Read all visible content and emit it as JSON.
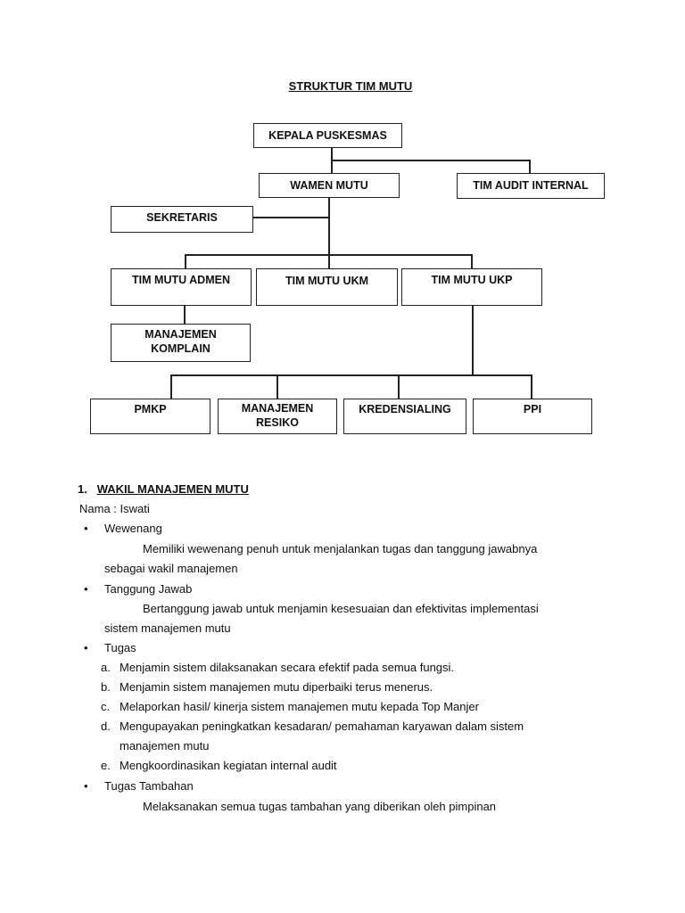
{
  "title": "STRUKTUR TIM MUTU",
  "org": {
    "kepala": "KEPALA PUSKESMAS",
    "wamen": "WAMEN MUTU",
    "audit": "TIM AUDIT INTERNAL",
    "sekretaris": "SEKRETARIS",
    "admen": "TIM MUTU ADMEN",
    "ukm": "TIM MUTU UKM",
    "ukp": "TIM MUTU UKP",
    "komplain_1": "MANAJEMEN",
    "komplain_2": "KOMPLAIN",
    "pmkp": "PMKP",
    "resiko_1": "MANAJEMEN",
    "resiko_2": "RESIKO",
    "kredensialing": "KREDENSIALING",
    "ppi": "PPI"
  },
  "section": {
    "number": "1.",
    "heading": "WAKIL MANAJEMEN MUTU",
    "nama": "Nama : Iswati",
    "wewenang": {
      "label": "Wewenang",
      "line1": "Memiliki wewenang penuh untuk menjalankan tugas dan tanggung jawabnya",
      "line2": "sebagai wakil manajemen"
    },
    "tanggung_jawab": {
      "label": "Tanggung Jawab",
      "line1": "Bertanggung jawab untuk menjamin kesesuaian dan efektivitas implementasi",
      "line2": "sistem manajemen mutu"
    },
    "tugas": {
      "label": "Tugas",
      "items": [
        {
          "marker": "a.",
          "text": "Menjamin sistem dilaksanakan  secara efektif  pada semua fungsi."
        },
        {
          "marker": "b.",
          "text": "Menjamin sistem manajemen mutu diperbaiki terus menerus."
        },
        {
          "marker": "c.",
          "text": "Melaporkan hasil/ kinerja sistem manajemen mutu kepada Top  Manjer"
        },
        {
          "marker": "d.",
          "text": "Mengupayakan peningkatkan kesadaran/ pemahaman karyawan dalam sistem"
        },
        {
          "marker": "",
          "text": "manajemen mutu"
        },
        {
          "marker": "e.",
          "text": "Mengkoordinasikan kegiatan internal audit"
        }
      ]
    },
    "tugas_tambahan": {
      "label": "Tugas Tambahan",
      "line1": "Melaksanakan semua tugas tambahan yang diberikan oleh pimpinan"
    },
    "bullet_symbol": "•"
  }
}
